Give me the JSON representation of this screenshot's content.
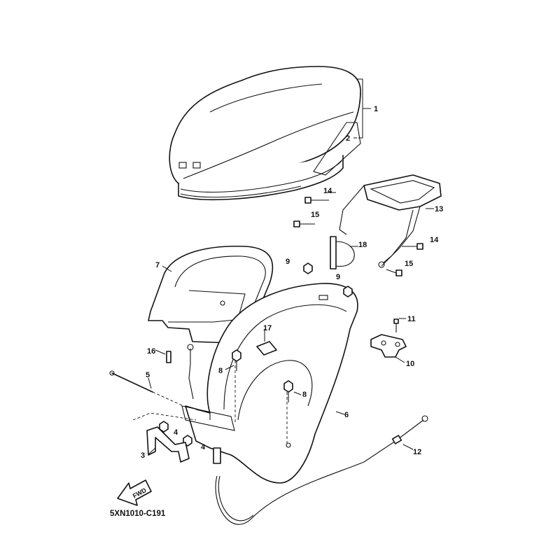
{
  "diagram": {
    "drawing_code": "5XN1010-C191",
    "fwd_label": "FWD",
    "callouts": {
      "c1": "1",
      "c2": "2",
      "c13": "13",
      "c14a": "14",
      "c15a": "15",
      "c18": "18",
      "c9a": "9",
      "c9b": "9",
      "c7": "7",
      "c14b": "14",
      "c15b": "15",
      "c11": "11",
      "c17": "17",
      "c16": "16",
      "c10": "10",
      "c8a": "8",
      "c5": "5",
      "c8b": "8",
      "c6": "6",
      "c4a": "4",
      "c4b": "4",
      "c3": "3",
      "c12": "12"
    }
  }
}
